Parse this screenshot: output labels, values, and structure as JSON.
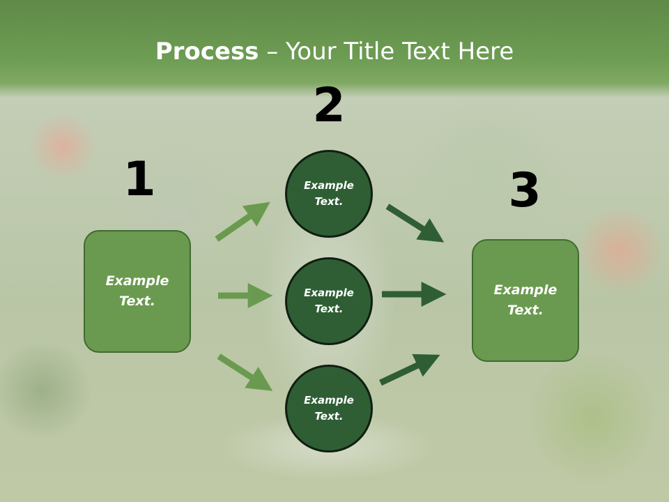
{
  "title": {
    "bold": "Process",
    "rest": " – Your Title Text Here"
  },
  "numbers": [
    "1",
    "2",
    "3"
  ],
  "left_box": {
    "text": "Example Text."
  },
  "right_box": {
    "text": "Example Text."
  },
  "circles": [
    {
      "text": "Example Text."
    },
    {
      "text": "Example Text."
    },
    {
      "text": "Example Text."
    }
  ],
  "colors": {
    "box_fill": "#6a9a4f",
    "circle_fill": "#2f5e35",
    "arrow_light": "#6a9a4f",
    "arrow_dark": "#2f5e35"
  }
}
